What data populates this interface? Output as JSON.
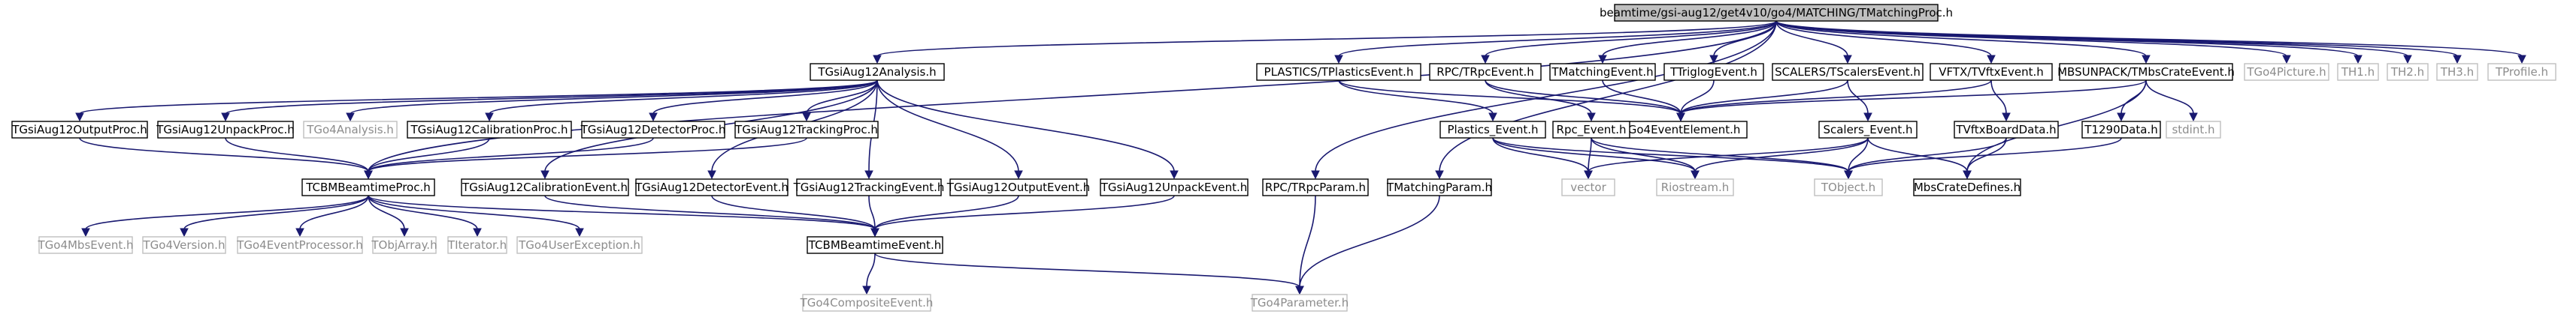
{
  "graph": {
    "nodes": {
      "root": {
        "label": "beamtime/gsi-aug12/get4v10/go4/MATCHING/TMatchingProc.h",
        "kind": "root"
      },
      "analysis": {
        "label": "TGsiAug12Analysis.h",
        "kind": "doc"
      },
      "plastics_ev": {
        "label": "PLASTICS/TPlasticsEvent.h",
        "kind": "doc"
      },
      "rpc_ev": {
        "label": "RPC/TRpcEvent.h",
        "kind": "doc"
      },
      "matching_ev": {
        "label": "TMatchingEvent.h",
        "kind": "doc"
      },
      "triglog_ev": {
        "label": "TTriglogEvent.h",
        "kind": "doc"
      },
      "scalers_ev": {
        "label": "SCALERS/TScalersEvent.h",
        "kind": "doc"
      },
      "vftx_ev": {
        "label": "VFTX/TVftxEvent.h",
        "kind": "doc"
      },
      "mbs_crate_ev": {
        "label": "MBSUNPACK/TMbsCrateEvent.h",
        "kind": "doc"
      },
      "go4picture": {
        "label": "TGo4Picture.h",
        "kind": "ext"
      },
      "th1": {
        "label": "TH1.h",
        "kind": "ext"
      },
      "th2": {
        "label": "TH2.h",
        "kind": "ext"
      },
      "th3": {
        "label": "TH3.h",
        "kind": "ext"
      },
      "tprofile": {
        "label": "TProfile.h",
        "kind": "ext"
      },
      "output_proc": {
        "label": "TGsiAug12OutputProc.h",
        "kind": "doc"
      },
      "unpack_proc": {
        "label": "TGsiAug12UnpackProc.h",
        "kind": "doc"
      },
      "go4analysis": {
        "label": "TGo4Analysis.h",
        "kind": "ext"
      },
      "calib_proc": {
        "label": "TGsiAug12CalibrationProc.h",
        "kind": "doc"
      },
      "detector_proc": {
        "label": "TGsiAug12DetectorProc.h",
        "kind": "doc"
      },
      "tracking_proc": {
        "label": "TGsiAug12TrackingProc.h",
        "kind": "doc"
      },
      "go4eventelement": {
        "label": "TGo4EventElement.h",
        "kind": "doc"
      },
      "plastics_event": {
        "label": "Plastics_Event.h",
        "kind": "doc"
      },
      "rpc_event": {
        "label": "Rpc_Event.h",
        "kind": "doc"
      },
      "scalers_event": {
        "label": "Scalers_Event.h",
        "kind": "doc"
      },
      "vftx_board": {
        "label": "TVftxBoardData.h",
        "kind": "doc"
      },
      "t1290": {
        "label": "T1290Data.h",
        "kind": "doc"
      },
      "stdint": {
        "label": "stdint.h",
        "kind": "ext"
      },
      "beamtime_proc": {
        "label": "TCBMBeamtimeProc.h",
        "kind": "doc"
      },
      "calib_event": {
        "label": "TGsiAug12CalibrationEvent.h",
        "kind": "doc"
      },
      "detector_event": {
        "label": "TGsiAug12DetectorEvent.h",
        "kind": "doc"
      },
      "tracking_event": {
        "label": "TGsiAug12TrackingEvent.h",
        "kind": "doc"
      },
      "output_event": {
        "label": "TGsiAug12OutputEvent.h",
        "kind": "doc"
      },
      "unpack_event": {
        "label": "TGsiAug12UnpackEvent.h",
        "kind": "doc"
      },
      "rpc_param": {
        "label": "RPC/TRpcParam.h",
        "kind": "doc"
      },
      "matching_param": {
        "label": "TMatchingParam.h",
        "kind": "doc"
      },
      "vector": {
        "label": "vector",
        "kind": "ext"
      },
      "riostream": {
        "label": "Riostream.h",
        "kind": "ext"
      },
      "tobject": {
        "label": "TObject.h",
        "kind": "ext"
      },
      "mbs_crate_defines": {
        "label": "MbsCrateDefines.h",
        "kind": "doc"
      },
      "go4mbsevent": {
        "label": "TGo4MbsEvent.h",
        "kind": "ext"
      },
      "go4version": {
        "label": "TGo4Version.h",
        "kind": "ext"
      },
      "go4eventprocessor": {
        "label": "TGo4EventProcessor.h",
        "kind": "ext"
      },
      "tobjarray": {
        "label": "TObjArray.h",
        "kind": "ext"
      },
      "titerator": {
        "label": "TIterator.h",
        "kind": "ext"
      },
      "go4userexception": {
        "label": "TGo4UserException.h",
        "kind": "ext"
      },
      "beamtime_event": {
        "label": "TCBMBeamtimeEvent.h",
        "kind": "doc"
      },
      "go4compositeevent": {
        "label": "TGo4CompositeEvent.h",
        "kind": "ext"
      },
      "go4parameter": {
        "label": "TGo4Parameter.h",
        "kind": "ext"
      }
    },
    "edges": [
      [
        "root",
        "analysis"
      ],
      [
        "root",
        "plastics_ev"
      ],
      [
        "root",
        "rpc_ev"
      ],
      [
        "root",
        "matching_ev"
      ],
      [
        "root",
        "triglog_ev"
      ],
      [
        "root",
        "scalers_ev"
      ],
      [
        "root",
        "vftx_ev"
      ],
      [
        "root",
        "mbs_crate_ev"
      ],
      [
        "root",
        "go4picture"
      ],
      [
        "root",
        "th1"
      ],
      [
        "root",
        "th2"
      ],
      [
        "root",
        "th3"
      ],
      [
        "root",
        "tprofile"
      ],
      [
        "root",
        "beamtime_proc"
      ],
      [
        "root",
        "rpc_param"
      ],
      [
        "root",
        "matching_param"
      ],
      [
        "analysis",
        "output_proc"
      ],
      [
        "analysis",
        "unpack_proc"
      ],
      [
        "analysis",
        "go4analysis"
      ],
      [
        "analysis",
        "calib_proc"
      ],
      [
        "analysis",
        "detector_proc"
      ],
      [
        "analysis",
        "tracking_proc"
      ],
      [
        "analysis",
        "calib_event"
      ],
      [
        "analysis",
        "detector_event"
      ],
      [
        "analysis",
        "tracking_event"
      ],
      [
        "analysis",
        "output_event"
      ],
      [
        "analysis",
        "unpack_event"
      ],
      [
        "output_proc",
        "beamtime_proc"
      ],
      [
        "unpack_proc",
        "beamtime_proc"
      ],
      [
        "calib_proc",
        "beamtime_proc"
      ],
      [
        "detector_proc",
        "beamtime_proc"
      ],
      [
        "tracking_proc",
        "beamtime_proc"
      ],
      [
        "plastics_ev",
        "go4eventelement"
      ],
      [
        "plastics_ev",
        "plastics_event"
      ],
      [
        "rpc_ev",
        "go4eventelement"
      ],
      [
        "rpc_ev",
        "rpc_event"
      ],
      [
        "matching_ev",
        "go4eventelement"
      ],
      [
        "triglog_ev",
        "go4eventelement"
      ],
      [
        "scalers_ev",
        "go4eventelement"
      ],
      [
        "scalers_ev",
        "scalers_event"
      ],
      [
        "vftx_ev",
        "go4eventelement"
      ],
      [
        "vftx_ev",
        "vftx_board"
      ],
      [
        "mbs_crate_ev",
        "go4eventelement"
      ],
      [
        "mbs_crate_ev",
        "t1290"
      ],
      [
        "mbs_crate_ev",
        "stdint"
      ],
      [
        "mbs_crate_ev",
        "mbs_crate_defines"
      ],
      [
        "plastics_event",
        "vector"
      ],
      [
        "plastics_event",
        "riostream"
      ],
      [
        "plastics_event",
        "tobject"
      ],
      [
        "rpc_event",
        "vector"
      ],
      [
        "rpc_event",
        "riostream"
      ],
      [
        "rpc_event",
        "tobject"
      ],
      [
        "scalers_event",
        "vector"
      ],
      [
        "scalers_event",
        "riostream"
      ],
      [
        "scalers_event",
        "tobject"
      ],
      [
        "scalers_event",
        "mbs_crate_defines"
      ],
      [
        "vftx_board",
        "tobject"
      ],
      [
        "vftx_board",
        "mbs_crate_defines"
      ],
      [
        "t1290",
        "tobject"
      ],
      [
        "beamtime_proc",
        "go4mbsevent"
      ],
      [
        "beamtime_proc",
        "go4version"
      ],
      [
        "beamtime_proc",
        "go4eventprocessor"
      ],
      [
        "beamtime_proc",
        "tobjarray"
      ],
      [
        "beamtime_proc",
        "titerator"
      ],
      [
        "beamtime_proc",
        "go4userexception"
      ],
      [
        "beamtime_proc",
        "beamtime_event"
      ],
      [
        "calib_event",
        "beamtime_event"
      ],
      [
        "detector_event",
        "beamtime_event"
      ],
      [
        "tracking_event",
        "beamtime_event"
      ],
      [
        "output_event",
        "beamtime_event"
      ],
      [
        "unpack_event",
        "beamtime_event"
      ],
      [
        "beamtime_event",
        "go4compositeevent"
      ],
      [
        "beamtime_event",
        "go4parameter"
      ],
      [
        "rpc_param",
        "go4parameter"
      ],
      [
        "matching_param",
        "go4parameter"
      ]
    ]
  },
  "colors": {
    "edge": "#191970",
    "root_fill": "#bfbfbf",
    "external_border": "#bfbfbf",
    "external_text": "#8c8c8c"
  }
}
